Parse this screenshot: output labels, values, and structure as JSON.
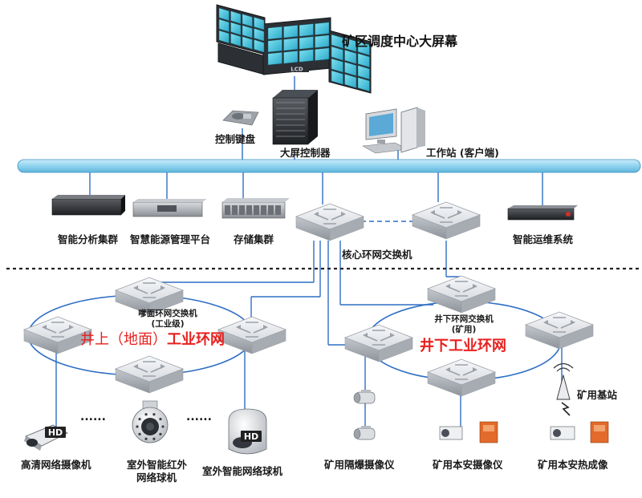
{
  "diagram": {
    "title": "矿区调度中心大屏幕",
    "screen_logo": "LCD",
    "top_devices": {
      "keyboard": "控制键盘",
      "screen_controller": "大屏控制器",
      "workstation": "工作站 (客户端)"
    },
    "servers": {
      "analysis_cluster": "智能分析集群",
      "energy_platform": "智慧能源管理平台",
      "storage_cluster": "存储集群",
      "ops_system": "智能运维系统"
    },
    "core_switch": "核心环网交换机",
    "surface_ring": {
      "switch_label_1": "嗲面环网交换机",
      "switch_label_2": "(工业级)",
      "title_prefix": "井上（地面）",
      "title_highlight": "工业环网"
    },
    "underground_ring": {
      "switch_label_1": "井下环网交换机",
      "switch_label_2": "(矿用)",
      "title": "井下工业环网"
    },
    "endpoints": {
      "hd_camera": "高清网络摄像机",
      "ir_dome_1": "室外智能红外",
      "ir_dome_2": "网络球机",
      "smart_dome": "室外智能网络球机",
      "flameproof_camera": "矿用隔爆摄像仪",
      "safe_camera": "矿用本安摄像仪",
      "thermal_imager": "矿用本安热成像",
      "base_station": "矿用基站"
    },
    "hd_badge": "HD",
    "ellipsis": "......",
    "colors": {
      "bus": "#8fd3ef",
      "bus_edge": "#3a8fc0",
      "link": "#2f6fc4",
      "ring": "#2f6fc4",
      "highlight_red": "#e8201e",
      "switch_top": "#eef0f3",
      "switch_side": "#b9bdc4"
    }
  }
}
